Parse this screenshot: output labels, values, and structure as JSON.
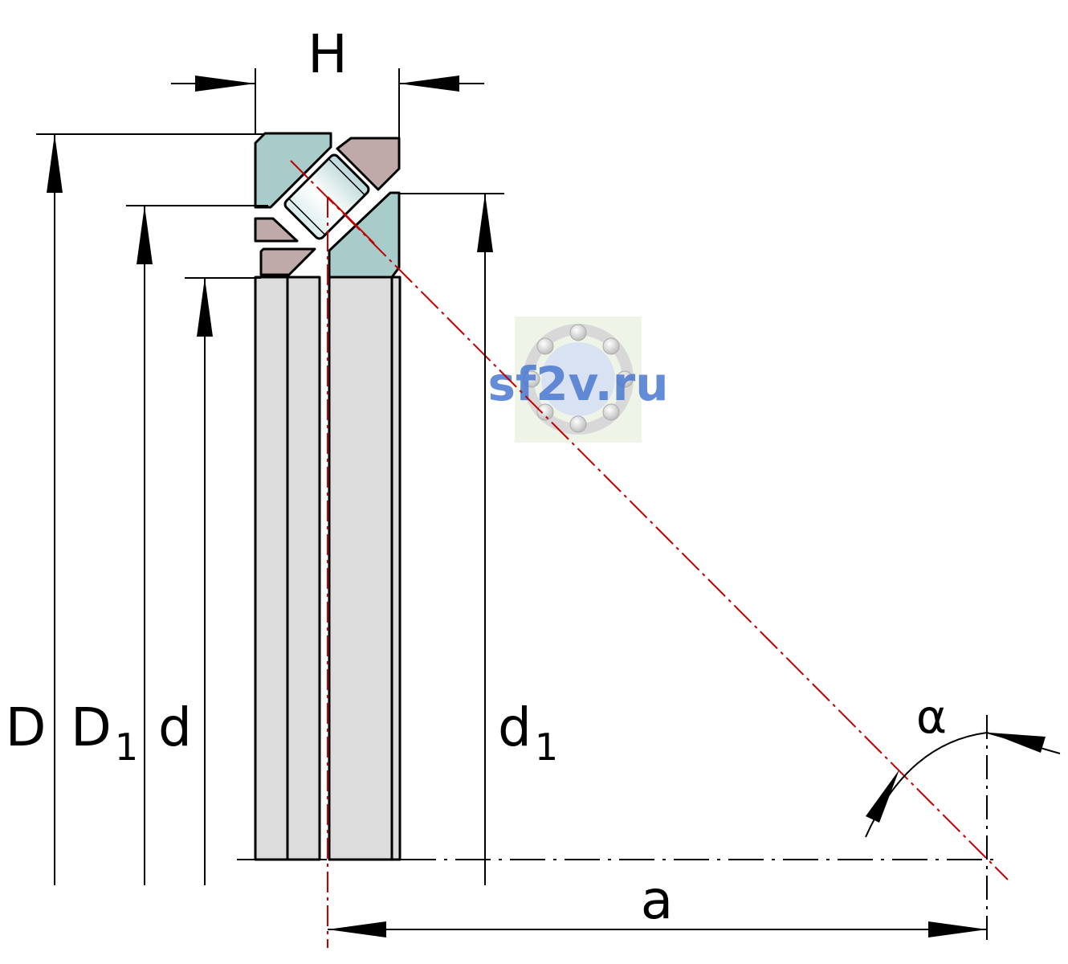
{
  "labels": {
    "H": "H",
    "D": "D",
    "D1_main": "D",
    "D1_sub": "1",
    "d": "d",
    "d1_main": "d",
    "d1_sub": "1",
    "a": "a",
    "alpha": "α"
  },
  "watermark": {
    "text": "sf2v.ru"
  },
  "colors": {
    "line": "#000000",
    "axis": "#c00000",
    "ring_shaft": "#a8ccca",
    "ring_housing": "#c0aaa9",
    "body": "#dcdcdc",
    "watermark_text": "#4a78d0",
    "watermark_bg": "#eef5e8"
  }
}
